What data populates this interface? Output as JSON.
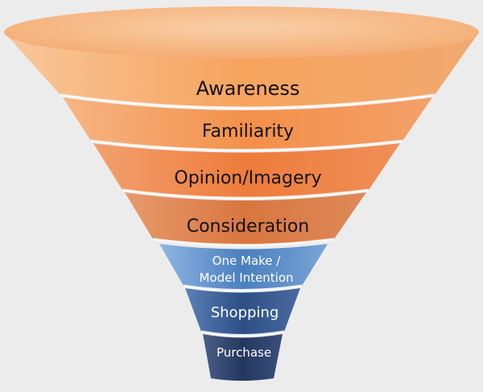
{
  "funnel": {
    "stages": [
      {
        "label": "Awareness",
        "color": "#f6a45e"
      },
      {
        "label": "Familiarity",
        "color": "#f3904a"
      },
      {
        "label": "Opinion/Imagery",
        "color": "#ee7c3b"
      },
      {
        "label": "Consideration",
        "color": "#d9763f"
      },
      {
        "label": "One Make /",
        "label_line2": "Model Intention",
        "color": "#4a7fbf"
      },
      {
        "label": "Shopping",
        "color": "#2d4f86"
      },
      {
        "label": "Purchase",
        "color": "#24375f"
      }
    ],
    "rim_color": "#f7b888",
    "text_color_dark": "#111111",
    "text_color_light": "#ffffff"
  }
}
